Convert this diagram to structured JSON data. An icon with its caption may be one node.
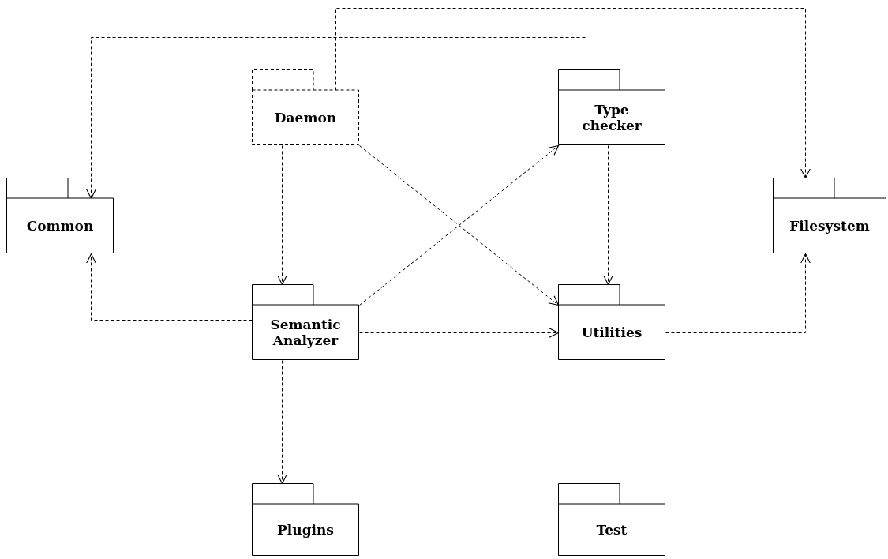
{
  "diagram": {
    "nodes": [
      {
        "text": [
          "Daemon"
        ]
      },
      {
        "text": [
          "Type checker"
        ]
      },
      {
        "text": [
          "Common"
        ]
      },
      {
        "text": [
          "Filesystem"
        ]
      },
      {
        "text": [
          "Semantic Analyzer"
        ]
      },
      {
        "text": [
          "Utilities"
        ]
      },
      {
        "text": [
          "Plugins"
        ]
      },
      {
        "text": [
          "Test"
        ]
      }
    ],
    "edges": [
      {
        "from": 0,
        "to": 3,
        "arrow": "to"
      },
      {
        "from": 1,
        "to": 2,
        "arrow": "to"
      },
      {
        "from": 0,
        "to": 4,
        "arrow": "to"
      },
      {
        "from": 0,
        "to": 5,
        "arrow": "to"
      },
      {
        "from": 4,
        "to": 1,
        "arrow": "to"
      },
      {
        "from": 1,
        "to": 5,
        "arrow": "to"
      },
      {
        "from": 4,
        "to": 2,
        "arrow": "to"
      },
      {
        "from": 4,
        "to": 5,
        "arrow": "to"
      },
      {
        "from": 5,
        "to": 3,
        "arrow": "to"
      },
      {
        "from": 4,
        "to": 6,
        "arrow": "to"
      }
    ]
  }
}
